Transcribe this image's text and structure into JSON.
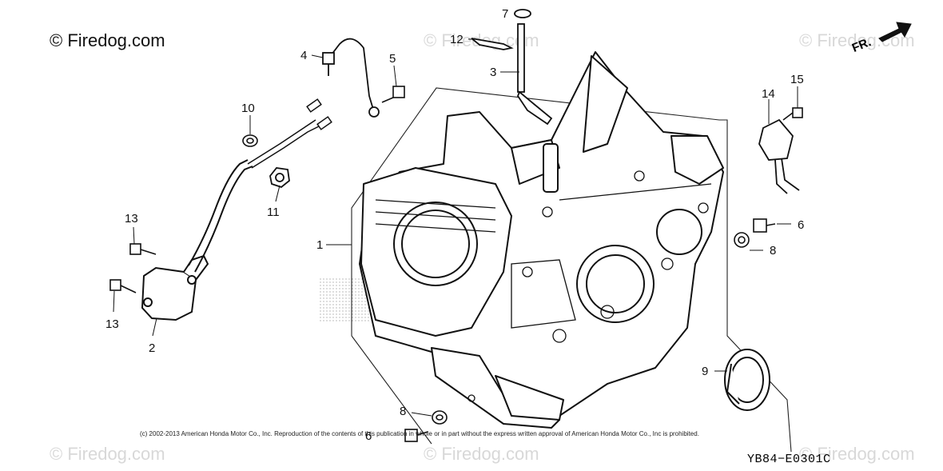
{
  "watermark": {
    "main": "© Firedog.com",
    "faint": "© Firedog.com"
  },
  "copyright": "(c) 2002-2013 American Honda Motor Co., Inc. Reproduction of the contents of this publication in whole or in part without the express written approval of American Honda Motor Co., Inc is prohibited.",
  "diagram_code": "YB84−E0301C",
  "direction_label": "FR.",
  "callouts": {
    "c1": "1",
    "c2": "2",
    "c3": "3",
    "c4": "4",
    "c5": "5",
    "c6a": "6",
    "c6b": "6",
    "c7": "7",
    "c8a": "8",
    "c8b": "8",
    "c9": "9",
    "c10": "10",
    "c11": "11",
    "c12": "12",
    "c13a": "13",
    "c13b": "13",
    "c14": "14",
    "c15": "15"
  }
}
